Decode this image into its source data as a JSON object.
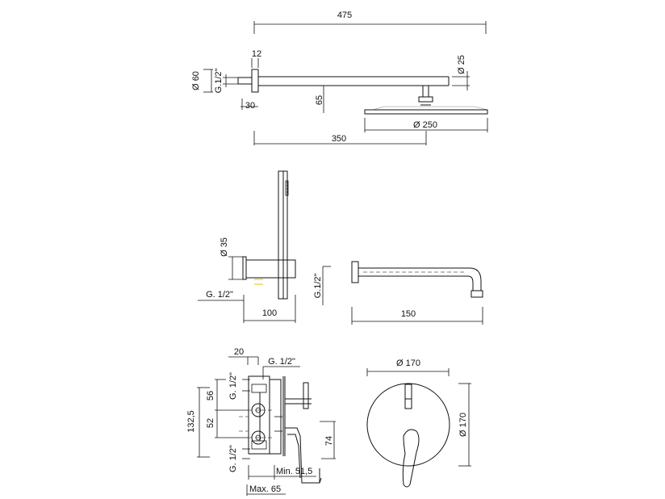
{
  "drawing": {
    "shower_arm": {
      "total_length": "475",
      "flange_thickness": "12",
      "flange_diameter": "Ø 60",
      "inlet_thread": "G.1/2\"",
      "flange_offset": "30",
      "arm_height": "65",
      "arm_diameter": "Ø 25",
      "head_diameter": "Ø 250",
      "arm_reach": "350"
    },
    "hand_shower": {
      "flange_diameter": "Ø 35",
      "inlet_thread": "G. 1/2\"",
      "projection": "100"
    },
    "spout": {
      "inlet_thread": "G.1/2\"",
      "reach": "150"
    },
    "mixer_body": {
      "port_offset": "20",
      "outlet_thread": "G. 1/2\"",
      "upper_thread": "G. 1/2\"",
      "lower_thread": "G. 1/2\"",
      "overall_height": "132,5",
      "upper_spacing": "56",
      "lower_spacing": "52",
      "lever_height": "74",
      "min_depth": "Min. 51,5",
      "max_depth": "Max. 65"
    },
    "cover_plate": {
      "width": "Ø 170",
      "height": "Ø 170"
    }
  }
}
